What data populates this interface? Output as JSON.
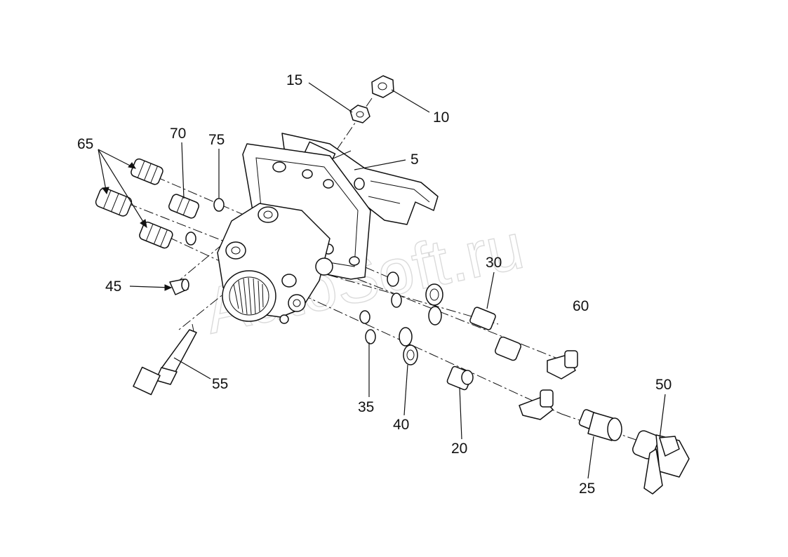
{
  "watermark": "AutoSoft.ru",
  "callouts": {
    "c5": "5",
    "c10": "10",
    "c15": "15",
    "c20": "20",
    "c25": "25",
    "c30": "30",
    "c35": "35",
    "c40": "40",
    "c45": "45",
    "c50": "50",
    "c55": "55",
    "c60": "60",
    "c65": "65",
    "c70": "70",
    "c75": "75"
  }
}
